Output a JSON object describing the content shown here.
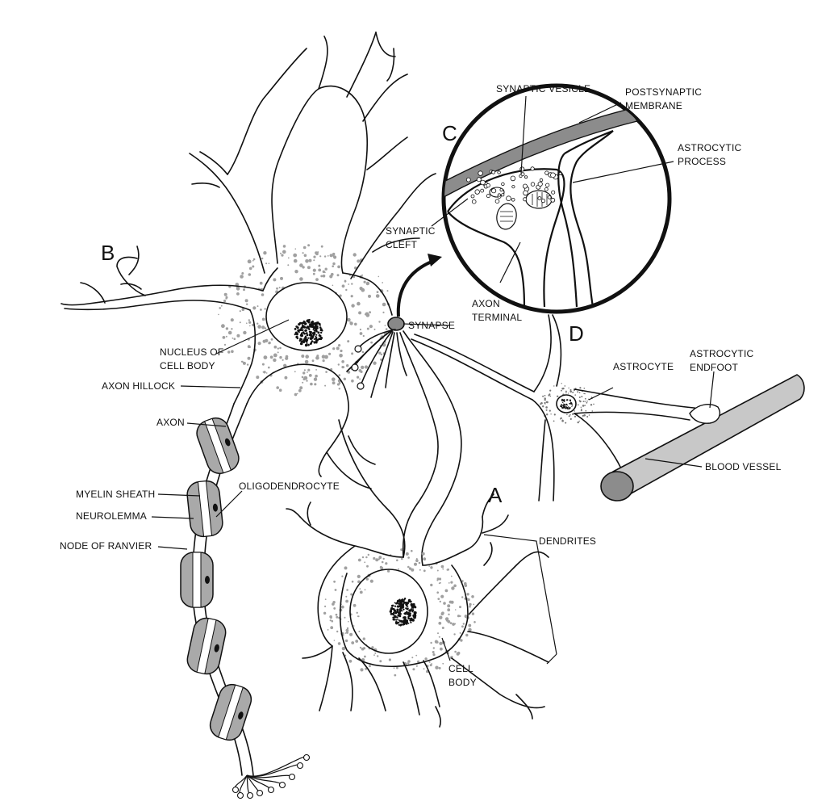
{
  "panels": {
    "a": "A",
    "b": "B",
    "c": "C",
    "d": "D"
  },
  "labels": {
    "synaptic_vesicle": "SYNAPTIC VESICLE",
    "postsynaptic_1": "POSTSYNAPTIC",
    "postsynaptic_2": "MEMBRANE",
    "astrocytic_process_1": "ASTROCYTIC",
    "astrocytic_process_2": "PROCESS",
    "synaptic_cleft_1": "SYNAPTIC",
    "synaptic_cleft_2": "CLEFT",
    "axon_terminal_1": "AXON",
    "axon_terminal_2": "TERMINAL",
    "synapse": "SYNAPSE",
    "nucleus_1": "NUCLEUS OF",
    "nucleus_2": "CELL BODY",
    "axon_hillock": "AXON HILLOCK",
    "axon": "AXON",
    "myelin_sheath": "MYELIN SHEATH",
    "neurolemma": "NEUROLEMMA",
    "node_of_ranvier": "NODE OF RANVIER",
    "oligodendrocyte": "OLIGODENDROCYTE",
    "astrocyte": "ASTROCYTE",
    "astrocytic_endfoot_1": "ASTROCYTIC",
    "astrocytic_endfoot_2": "ENDFOOT",
    "blood_vessel": "BLOOD VESSEL",
    "dendrites": "DENDRITES",
    "cell_body_1": "CELL",
    "cell_body_2": "BODY"
  },
  "colors": {
    "line": "#111111",
    "myelin": "#a9a9a9",
    "vessel": "#c8c8c8",
    "membrane": "#8c8c8c",
    "granules": "#a0a0a0"
  }
}
